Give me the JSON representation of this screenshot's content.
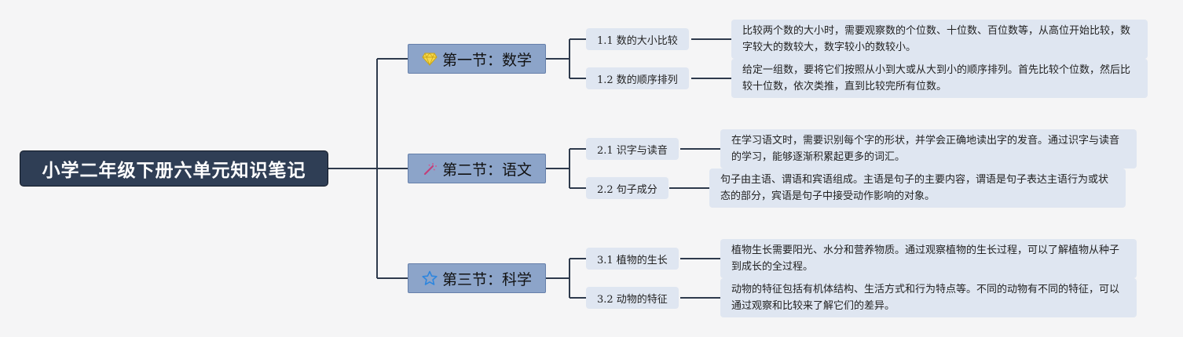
{
  "root": {
    "title": "小学二年级下册六单元知识笔记"
  },
  "sections": [
    {
      "title": "第一节：数学",
      "icon": "diamond-icon",
      "topics": [
        {
          "label": "1.1 数的大小比较",
          "note": "比较两个数的大小时，需要观察数的个位数、十位数、百位数等，从高位开始比较，数字较大的数较大，数字较小的数较小。"
        },
        {
          "label": "1.2 数的顺序排列",
          "note": "给定一组数，要将它们按照从小到大或从大到小的顺序排列。首先比较个位数，然后比较十位数，依次类推，直到比较完所有位数。"
        }
      ]
    },
    {
      "title": "第二节：语文",
      "icon": "magic-wand-icon",
      "topics": [
        {
          "label": "2.1 识字与读音",
          "note": "在学习语文时，需要识别每个字的形状，并学会正确地读出字的发音。通过识字与读音的学习，能够逐渐积累起更多的词汇。"
        },
        {
          "label": "2.2 句子成分",
          "note": "句子由主语、谓语和宾语组成。主语是句子的主要内容，谓语是句子表达主语行为或状态的部分，宾语是句子中接受动作影响的对象。"
        }
      ]
    },
    {
      "title": "第三节：科学",
      "icon": "star-icon",
      "topics": [
        {
          "label": "3.1 植物的生长",
          "note": "植物生长需要阳光、水分和营养物质。通过观察植物的生长过程，可以了解植物从种子到成长的全过程。"
        },
        {
          "label": "3.2 动物的特征",
          "note": "动物的特征包括有机体结构、生活方式和行为特点等。不同的动物有不同的特征，可以通过观察和比较来了解它们的差异。"
        }
      ]
    }
  ]
}
